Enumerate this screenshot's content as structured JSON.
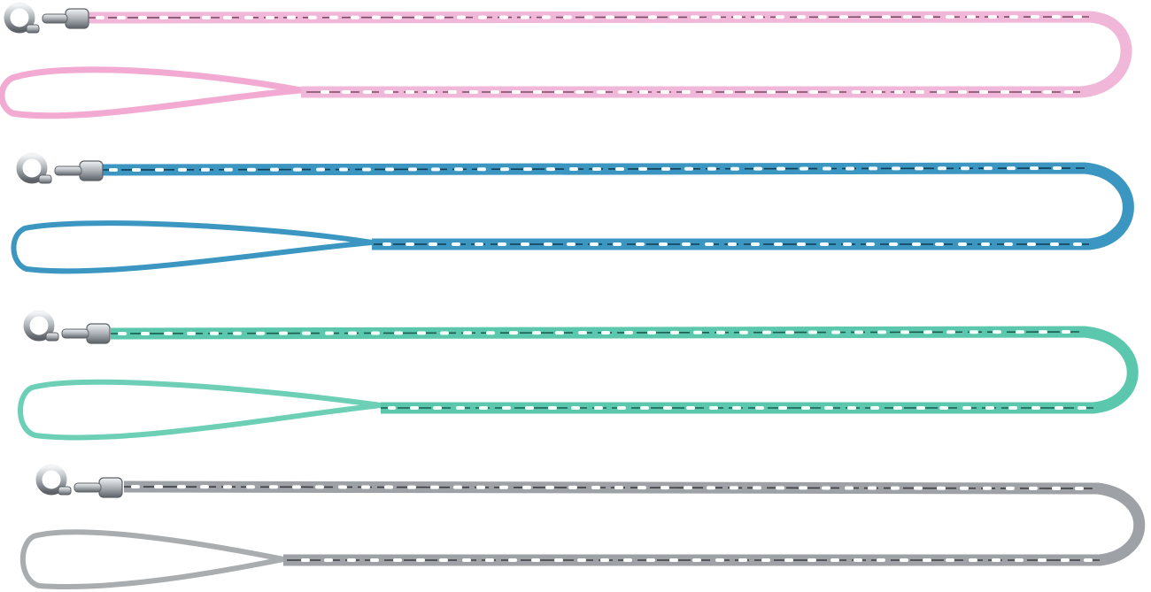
{
  "image": {
    "subject": "pet leashes",
    "background": "#ffffff"
  },
  "leashes": [
    {
      "name": "pink",
      "strap_color": "#f0b7d8",
      "loop_color": "#f2a9d2",
      "stripe_color": "#7b4d66",
      "motif_color": "#ffffff"
    },
    {
      "name": "blue",
      "strap_color": "#3b96c1",
      "loop_color": "#3b96c1",
      "stripe_color": "#123e56",
      "motif_color": "#f4fbff"
    },
    {
      "name": "mint",
      "strap_color": "#5bc8ad",
      "loop_color": "#6dd0b6",
      "stripe_color": "#1b5e50",
      "motif_color": "#f4fffb"
    },
    {
      "name": "gray",
      "strap_color": "#9ea2a6",
      "loop_color": "#a9adb0",
      "stripe_color": "#3c4045",
      "motif_color": "#ffffff"
    }
  ],
  "hardware": {
    "metal_light": "#e8eaec",
    "metal_mid": "#a8adb2",
    "metal_dark": "#5d6268"
  }
}
